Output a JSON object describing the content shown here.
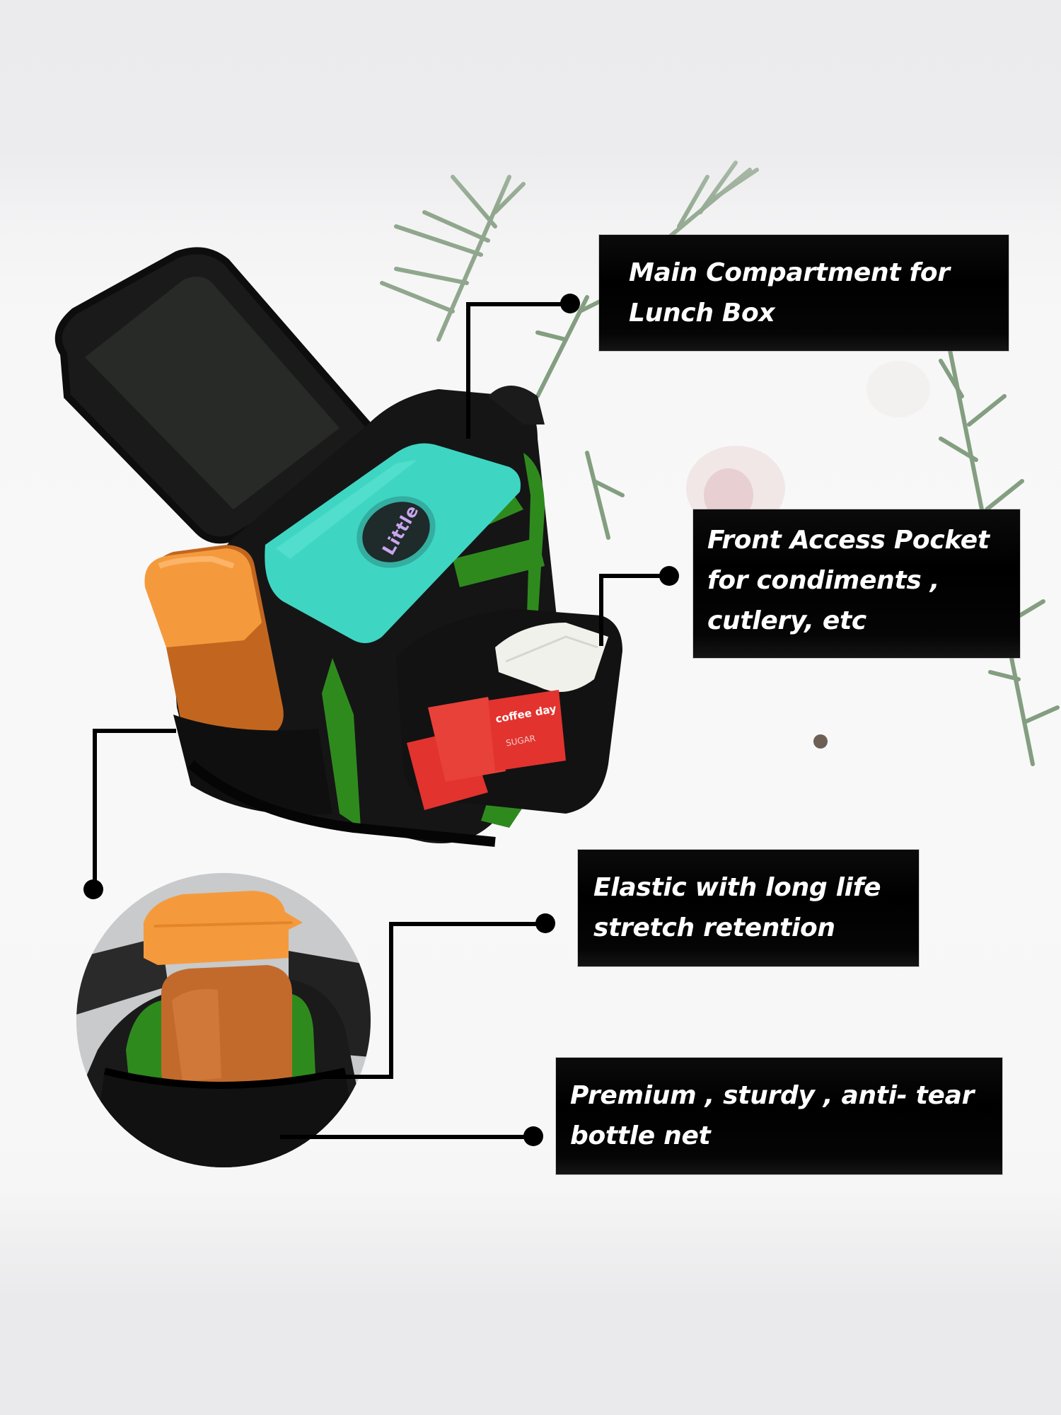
{
  "infographic": {
    "subject": "Insulated lunch bag with bottle holder",
    "colors": {
      "label_background": "#000000",
      "label_text": "#ffffff",
      "bag_black": "#161616",
      "bag_green": "#2f8a1e",
      "lunchbox_teal": "#3ed6c3",
      "bottle_orange": "#f59a3c",
      "sachet_red": "#e2332e"
    },
    "callouts": [
      {
        "id": "main-compartment",
        "text": "Main Compartment for\nLunch Box"
      },
      {
        "id": "front-pocket",
        "text": "Front Access Pocket\nfor condiments ,\ncutlery, etc"
      },
      {
        "id": "elastic",
        "text": "Elastic with long life\nstretch retention"
      },
      {
        "id": "bottle-net",
        "text": "Premium , sturdy , anti- tear\nbottle net"
      }
    ],
    "product_markings": {
      "lunchbox_logo": "Little",
      "sachet_brand": "coffee day",
      "sachet_label": "SUGAR"
    }
  }
}
